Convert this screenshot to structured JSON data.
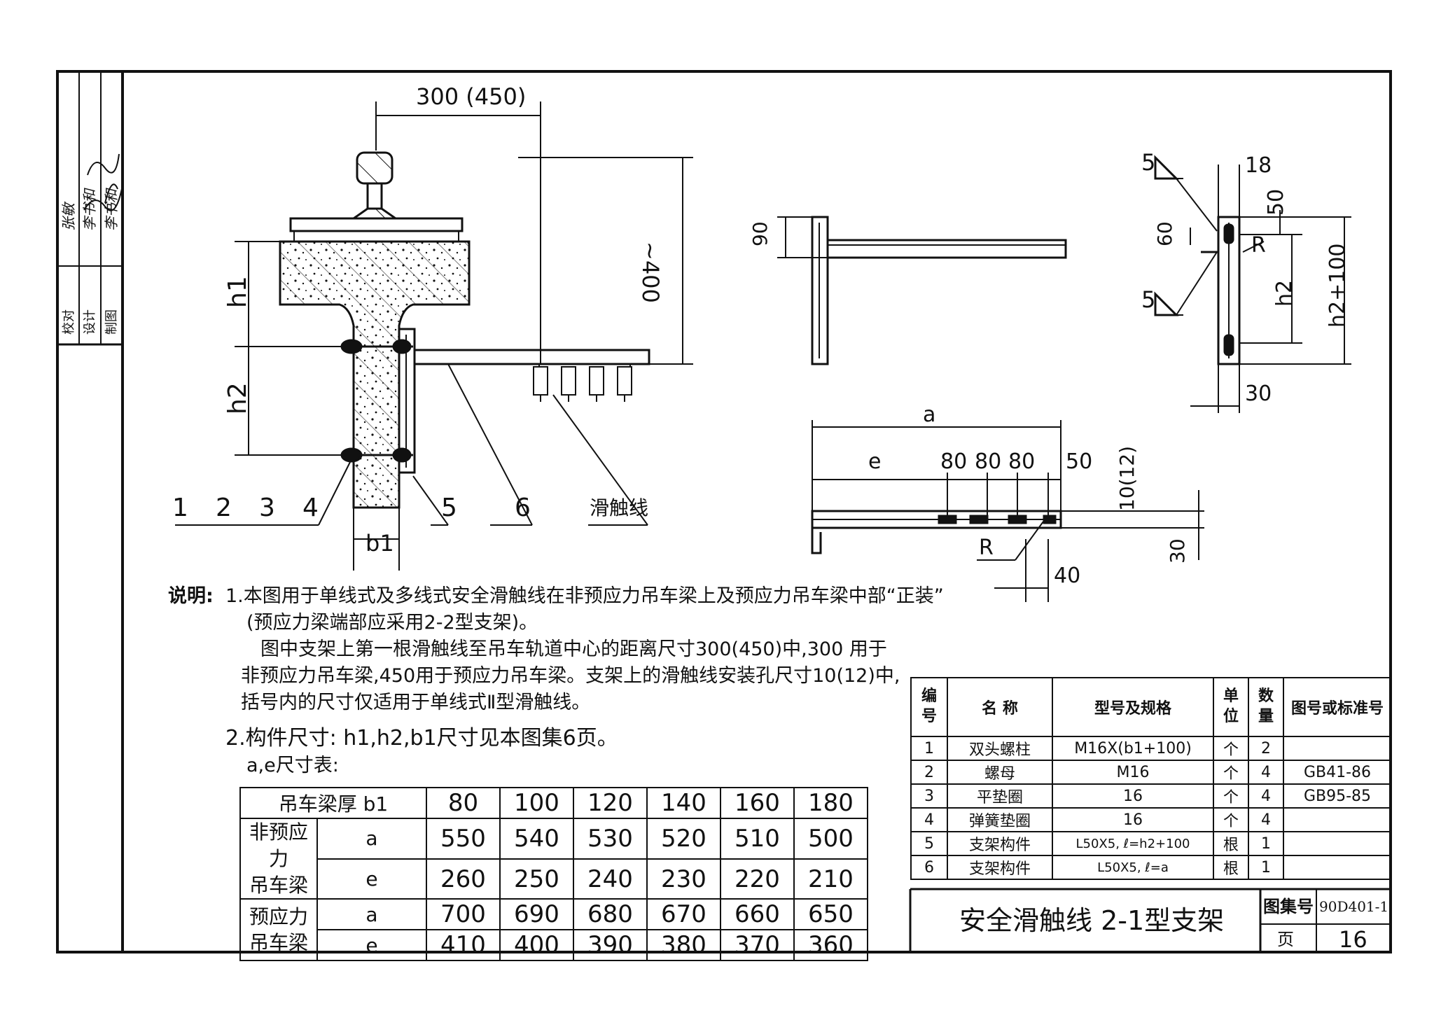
{
  "notes": {
    "label": "说明:",
    "line1": "1.本图用于单线式及多线式安全滑触线在非预应力吊车梁上及预应力吊车梁中部“正装”",
    "line2": "(预应力梁端部应采用2-2型支架)。",
    "line3": "图中支架上第一根滑触线至吊车轨道中心的距离尺寸300(450)中,300 用于",
    "line4": "非预应力吊车梁,450用于预应力吊车梁。支架上的滑触线安装孔尺寸10(12)中,",
    "line5": "括号内的尺寸仅适用于单线式Ⅱ型滑触线。",
    "line6": "2.构件尺寸: h1,h2,b1尺寸见本图集6页。",
    "line7": "a,e尺寸表:"
  },
  "ae_table": {
    "header": "吊车梁厚 b1",
    "b1_values": [
      "80",
      "100",
      "120",
      "140",
      "160",
      "180"
    ],
    "groups": [
      {
        "name": "非预应力吊车梁",
        "name_l1": "非预应力",
        "name_l2": "吊车梁",
        "rows": [
          {
            "key": "a",
            "values": [
              "550",
              "540",
              "530",
              "520",
              "510",
              "500"
            ]
          },
          {
            "key": "e",
            "values": [
              "260",
              "250",
              "240",
              "230",
              "220",
              "210"
            ]
          }
        ]
      },
      {
        "name": "预应力吊车梁",
        "name_l1": "预应力",
        "name_l2": "吊车梁",
        "rows": [
          {
            "key": "a",
            "values": [
              "700",
              "690",
              "680",
              "670",
              "660",
              "650"
            ]
          },
          {
            "key": "e",
            "values": [
              "410",
              "400",
              "390",
              "380",
              "370",
              "360"
            ]
          }
        ]
      }
    ]
  },
  "parts_table": {
    "headers": {
      "no_1": "编",
      "no_2": "号",
      "name": "名    称",
      "spec": "型号及规格",
      "unit_1": "单",
      "unit_2": "位",
      "qty_1": "数",
      "qty_2": "量",
      "std": "图号或标准号"
    },
    "rows": [
      {
        "no": "1",
        "name": "双头螺柱",
        "spec": "M16X(b1+100)",
        "unit": "个",
        "qty": "2",
        "std": ""
      },
      {
        "no": "2",
        "name": "螺母",
        "spec": "M16",
        "unit": "个",
        "qty": "4",
        "std": "GB41-86"
      },
      {
        "no": "3",
        "name": "平垫圈",
        "spec": "16",
        "unit": "个",
        "qty": "4",
        "std": "GB95-85"
      },
      {
        "no": "4",
        "name": "弹簧垫圈",
        "spec": "16",
        "unit": "个",
        "qty": "4",
        "std": ""
      },
      {
        "no": "5",
        "name": "支架构件",
        "spec": "L50X5,   ℓ=h2+100",
        "unit": "根",
        "qty": "1",
        "std": ""
      },
      {
        "no": "6",
        "name": "支架构件",
        "spec": "L50X5,   ℓ=a",
        "unit": "根",
        "qty": "1",
        "std": ""
      }
    ]
  },
  "title_block": {
    "title": "安全滑触线 2-1型支架",
    "atlas_label": "图集号",
    "atlas_no": "90D401-1",
    "page_label": "页",
    "page_no": "16"
  },
  "side_stamp": {
    "roles": [
      "校对",
      "设计",
      "制图"
    ],
    "signatures": [
      "张敏",
      "李书和",
      "李书和"
    ]
  },
  "drawing_labels": {
    "dim_300_450": "300 (450)",
    "dim_400": "~400",
    "h1": "h1",
    "h2": "h2",
    "b1": "b1",
    "n1": "1",
    "n2": "2",
    "n3": "3",
    "n4": "4",
    "n5": "5",
    "n6": "6",
    "trolley": "滑触线",
    "dim_90": "90",
    "dim_a": "a",
    "dim_e": "e",
    "dim_80a": "80",
    "dim_80b": "80",
    "dim_80c": "80",
    "dim_50b": "50",
    "dim_10_12": "10(12)",
    "r_bottom": "R",
    "dim_40": "40",
    "dim_30b": "30",
    "weld_5a": "5",
    "weld_5b": "5",
    "dim_18": "18",
    "dim_50": "50",
    "dim_60": "60",
    "r_side": "R",
    "h2_side": "h2",
    "h2_100": "h2+100",
    "dim_30": "30"
  }
}
